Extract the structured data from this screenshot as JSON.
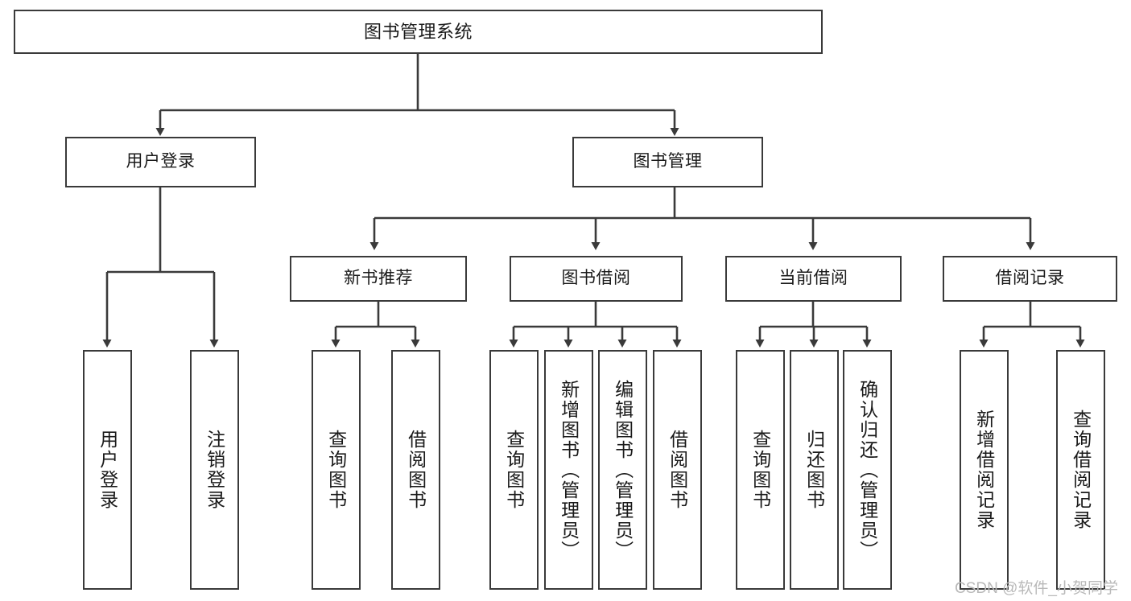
{
  "diagram": {
    "title": "图书管理系统",
    "type": "tree",
    "line_color": "#3a3a3a",
    "box_fill": "#ffffff",
    "text_color": "#1a1a1a",
    "watermark": "CSDN @软件_小贺同学"
  },
  "nodes": {
    "root": {
      "label": "图书管理系统"
    },
    "level1": [
      {
        "label": "用户登录"
      },
      {
        "label": "图书管理"
      }
    ],
    "level2": [
      {
        "label": "新书推荐"
      },
      {
        "label": "图书借阅"
      },
      {
        "label": "当前借阅"
      },
      {
        "label": "借阅记录"
      }
    ],
    "leaves_user_login": [
      {
        "label": "用户登录"
      },
      {
        "label": "注销登录"
      }
    ],
    "leaves_new_book": [
      {
        "label": "查询图书"
      },
      {
        "label": "借阅图书"
      }
    ],
    "leaves_borrow": [
      {
        "label": "查询图书"
      },
      {
        "label": "新增图书（管理员）"
      },
      {
        "label": "编辑图书（管理员）"
      },
      {
        "label": "借阅图书"
      }
    ],
    "leaves_current": [
      {
        "label": "查询图书"
      },
      {
        "label": "归还图书"
      },
      {
        "label": "确认归还（管理员）"
      }
    ],
    "leaves_records": [
      {
        "label": "新增借阅记录"
      },
      {
        "label": "查询借阅记录"
      }
    ]
  },
  "chart_data": {
    "type": "diagram",
    "title": "图书管理系统",
    "hierarchy": [
      {
        "label": "图书管理系统",
        "children": [
          {
            "label": "用户登录",
            "children": [
              {
                "label": "用户登录"
              },
              {
                "label": "注销登录"
              }
            ]
          },
          {
            "label": "图书管理",
            "children": [
              {
                "label": "新书推荐",
                "children": [
                  {
                    "label": "查询图书"
                  },
                  {
                    "label": "借阅图书"
                  }
                ]
              },
              {
                "label": "图书借阅",
                "children": [
                  {
                    "label": "查询图书"
                  },
                  {
                    "label": "新增图书（管理员）"
                  },
                  {
                    "label": "编辑图书（管理员）"
                  },
                  {
                    "label": "借阅图书"
                  }
                ]
              },
              {
                "label": "当前借阅",
                "children": [
                  {
                    "label": "查询图书"
                  },
                  {
                    "label": "归还图书"
                  },
                  {
                    "label": "确认归还（管理员）"
                  }
                ]
              },
              {
                "label": "借阅记录",
                "children": [
                  {
                    "label": "新增借阅记录"
                  },
                  {
                    "label": "查询借阅记录"
                  }
                ]
              }
            ]
          }
        ]
      }
    ]
  }
}
